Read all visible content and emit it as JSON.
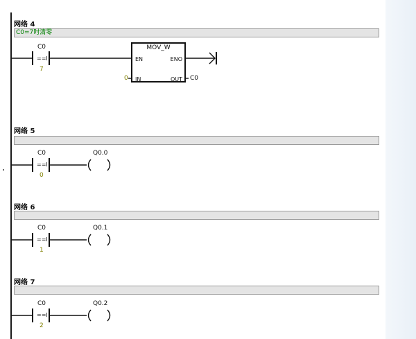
{
  "networks": [
    {
      "title": "网络 4",
      "comment": "C0=7时清零",
      "contact": {
        "operand": "C0",
        "op": "==I",
        "value": "7"
      },
      "block": {
        "name": "MOV_W",
        "en": "EN",
        "eno": "ENO",
        "in_pin": "IN",
        "out_pin": "OUT",
        "in_value": "0",
        "out_value": "C0"
      }
    },
    {
      "title": "网络 5",
      "comment": "",
      "contact": {
        "operand": "C0",
        "op": "==I",
        "value": "0"
      },
      "coil": "Q0.0"
    },
    {
      "title": "网络 6",
      "comment": "",
      "contact": {
        "operand": "C0",
        "op": "==I",
        "value": "1"
      },
      "coil": "Q0.1"
    },
    {
      "title": "网络 7",
      "comment": "",
      "contact": {
        "operand": "C0",
        "op": "==I",
        "value": "2"
      },
      "coil": "Q0.2"
    }
  ]
}
